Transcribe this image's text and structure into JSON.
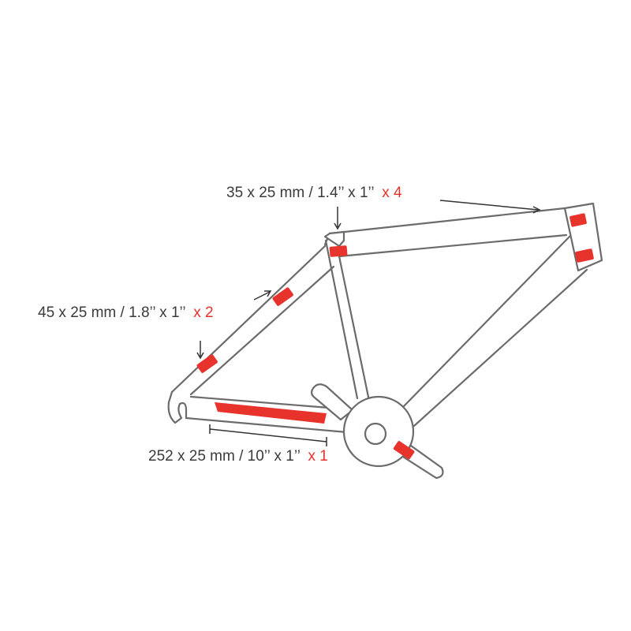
{
  "annotations": {
    "head_tube": {
      "size": "35 x 25 mm / 1.4’’ x 1’’",
      "quantity": "x 4"
    },
    "seat_stay": {
      "size": "45 x 25 mm / 1.8’’ x 1’’",
      "quantity": "x 2"
    },
    "chain_stay": {
      "size": "252 x 25 mm / 10’’ x 1’’",
      "quantity": "x 1"
    }
  },
  "colors": {
    "accent": "#e8322c",
    "line": "#6b6b6b",
    "text": "#3a3a3a"
  }
}
